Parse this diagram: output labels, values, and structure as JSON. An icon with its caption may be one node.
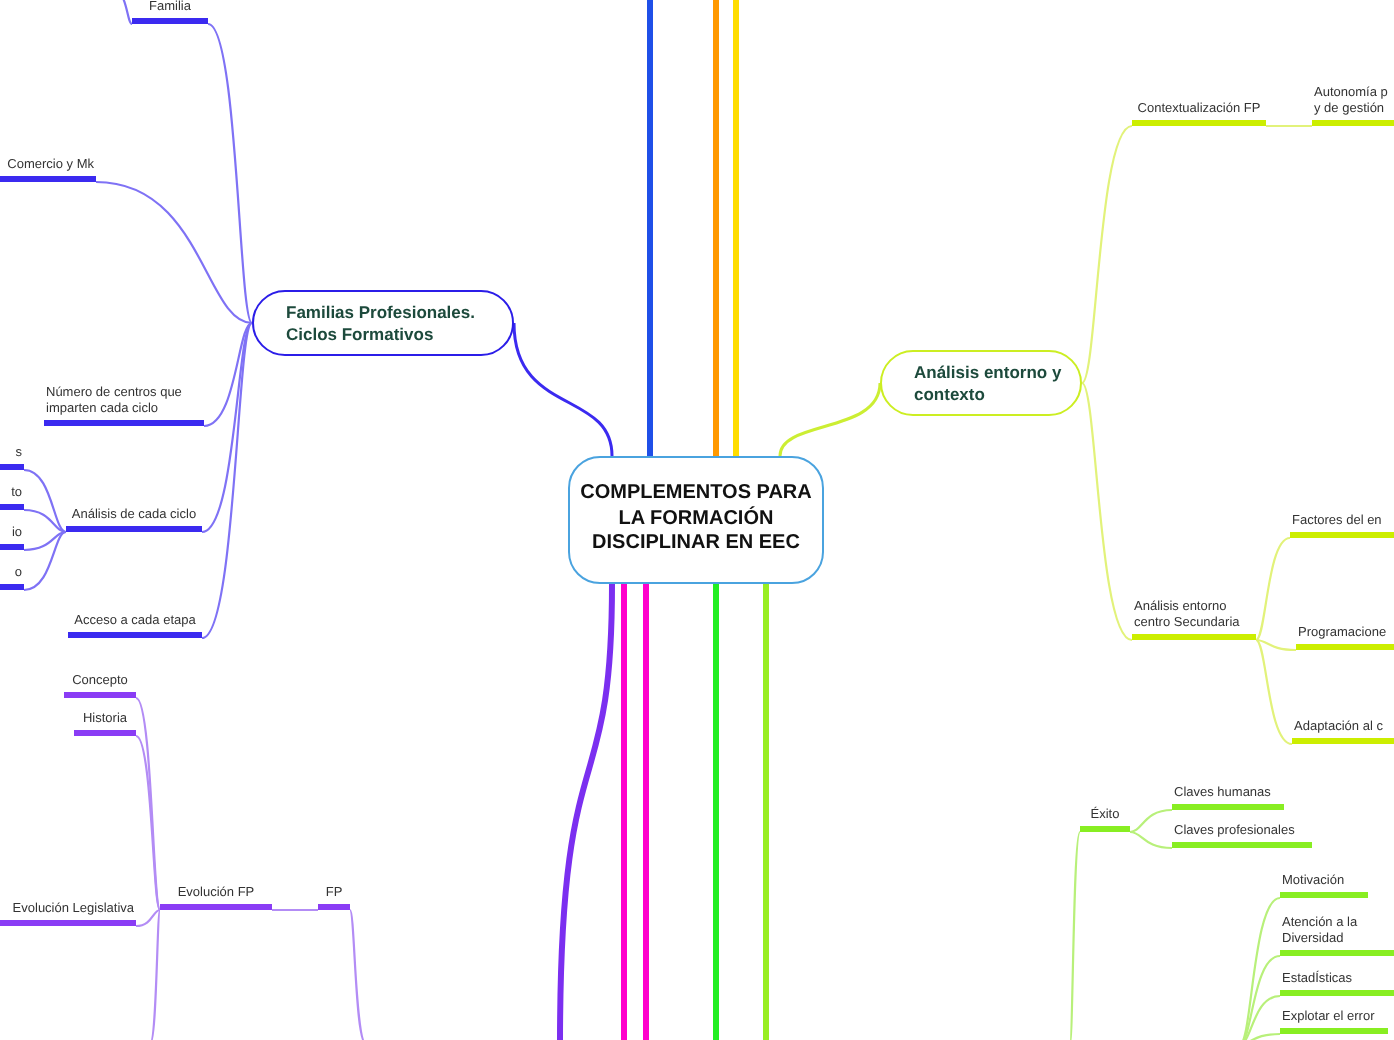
{
  "diagram": {
    "nodes": [
      {
        "text": [
          "COMPLEMENTOS PARA LA FORMACIÓN DISCIPLINAR EN EEC"
        ]
      },
      {
        "text": [
          "Familias Profesionales. Ciclos Formativos"
        ]
      },
      {
        "text": [
          "Análisis entorno y contexto"
        ]
      },
      {
        "text": [
          "Familia"
        ]
      },
      {
        "text": [
          "Comercio y Mk"
        ]
      },
      {
        "text": [
          "Número de centros que imparten cada ciclo"
        ]
      },
      {
        "text": [
          "Análisis de cada ciclo"
        ]
      },
      {
        "text": [
          "s"
        ]
      },
      {
        "text": [
          "to"
        ]
      },
      {
        "text": [
          "io"
        ]
      },
      {
        "text": [
          "o"
        ]
      },
      {
        "text": [
          "Acceso a cada etapa"
        ]
      },
      {
        "text": [
          "Concepto"
        ]
      },
      {
        "text": [
          "Historia"
        ]
      },
      {
        "text": [
          "Evolución FP"
        ]
      },
      {
        "text": [
          "FP"
        ]
      },
      {
        "text": [
          "Evolución Legislativa"
        ]
      },
      {
        "text": [
          "Contextualización FP"
        ]
      },
      {
        "text": [
          "Autonomía p y de gestión"
        ]
      },
      {
        "text": [
          "Análisis entorno centro Secundaria"
        ]
      },
      {
        "text": [
          "Factores del en"
        ]
      },
      {
        "text": [
          "Programacione"
        ]
      },
      {
        "text": [
          "Adaptación al c"
        ]
      },
      {
        "text": [
          "Éxito"
        ]
      },
      {
        "text": [
          "Claves humanas"
        ]
      },
      {
        "text": [
          "Claves profesionales"
        ]
      },
      {
        "text": [
          "Motivación"
        ]
      },
      {
        "text": [
          "Atención a la Diversidad"
        ]
      },
      {
        "text": [
          "EstadÍsticas"
        ]
      },
      {
        "text": [
          "Explotar el error"
        ]
      }
    ],
    "edges": [
      {
        "from": 0,
        "to": 1,
        "arrow": "none",
        "color": "#3b2af0"
      },
      {
        "from": 0,
        "to": 2,
        "arrow": "none",
        "color": "#ccee33"
      },
      {
        "from": 0,
        "to": null,
        "arrow": "none",
        "style": "thick",
        "color": "#1f4fe8"
      },
      {
        "from": 0,
        "to": null,
        "arrow": "none",
        "style": "thick",
        "color": "#ff9900"
      },
      {
        "from": 0,
        "to": null,
        "arrow": "none",
        "style": "thick",
        "color": "#ffdd00"
      },
      {
        "from": 0,
        "to": null,
        "arrow": "none",
        "style": "thick",
        "color": "#7b2ff0"
      },
      {
        "from": 0,
        "to": null,
        "arrow": "none",
        "style": "thick",
        "color": "#ff00cc"
      },
      {
        "from": 0,
        "to": null,
        "arrow": "none",
        "style": "thick",
        "color": "#ff00cc"
      },
      {
        "from": 0,
        "to": null,
        "arrow": "none",
        "style": "thick",
        "color": "#22ee22"
      },
      {
        "from": 0,
        "to": null,
        "arrow": "none",
        "style": "thick",
        "color": "#99ee22"
      },
      {
        "from": 1,
        "to": 3,
        "arrow": "none",
        "color": "#7f72f5"
      },
      {
        "from": 1,
        "to": 4,
        "arrow": "none",
        "color": "#7f72f5"
      },
      {
        "from": 1,
        "to": 5,
        "arrow": "none",
        "color": "#7f72f5"
      },
      {
        "from": 1,
        "to": 6,
        "arrow": "none",
        "color": "#7f72f5"
      },
      {
        "from": 1,
        "to": 11,
        "arrow": "none",
        "color": "#7f72f5"
      },
      {
        "from": 6,
        "to": 7,
        "arrow": "none",
        "color": "#7f72f5"
      },
      {
        "from": 6,
        "to": 8,
        "arrow": "none",
        "color": "#7f72f5"
      },
      {
        "from": 6,
        "to": 9,
        "arrow": "none",
        "color": "#7f72f5"
      },
      {
        "from": 6,
        "to": 10,
        "arrow": "none",
        "color": "#7f72f5"
      },
      {
        "from": 3,
        "to": null,
        "arrow": "none",
        "color": "#7f72f5"
      },
      {
        "from": 14,
        "to": 12,
        "arrow": "none",
        "color": "#b38cf5"
      },
      {
        "from": 14,
        "to": 13,
        "arrow": "none",
        "color": "#b38cf5"
      },
      {
        "from": 14,
        "to": 16,
        "arrow": "none",
        "color": "#b38cf5"
      },
      {
        "from": 14,
        "to": 15,
        "arrow": "none",
        "color": "#b38cf5"
      },
      {
        "from": 14,
        "to": null,
        "arrow": "none",
        "color": "#b38cf5"
      },
      {
        "from": 15,
        "to": null,
        "arrow": "none",
        "color": "#b38cf5"
      },
      {
        "from": 2,
        "to": 17,
        "arrow": "none",
        "color": "#e2f27a"
      },
      {
        "from": 2,
        "to": 19,
        "arrow": "none",
        "color": "#e2f27a"
      },
      {
        "from": 17,
        "to": 18,
        "arrow": "none",
        "color": "#e2f27a"
      },
      {
        "from": 19,
        "to": 20,
        "arrow": "none",
        "color": "#e2f27a"
      },
      {
        "from": 19,
        "to": 21,
        "arrow": "none",
        "color": "#e2f27a"
      },
      {
        "from": 19,
        "to": 22,
        "arrow": "none",
        "color": "#e2f27a"
      },
      {
        "from": 23,
        "to": 24,
        "arrow": "none",
        "color": "#b8f07a"
      },
      {
        "from": 23,
        "to": 25,
        "arrow": "none",
        "color": "#b8f07a"
      },
      {
        "from": null,
        "to": 23,
        "arrow": "none",
        "color": "#b8f07a"
      },
      {
        "from": null,
        "to": 26,
        "arrow": "none",
        "color": "#b8f07a"
      },
      {
        "from": null,
        "to": 27,
        "arrow": "none",
        "color": "#b8f07a"
      },
      {
        "from": null,
        "to": 28,
        "arrow": "none",
        "color": "#b8f07a"
      },
      {
        "from": null,
        "to": 29,
        "arrow": "none",
        "color": "#b8f07a"
      }
    ]
  }
}
